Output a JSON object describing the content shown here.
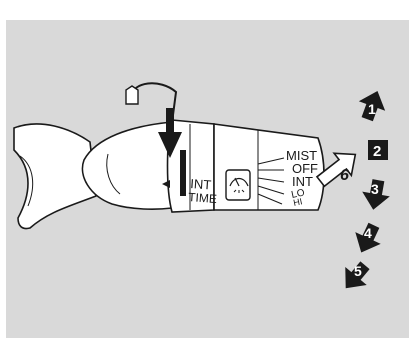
{
  "stalk": {
    "int_label": "INT",
    "time_label": "TIME",
    "positions": [
      "MIST",
      "OFF",
      "INT",
      "LO",
      "HI"
    ]
  },
  "arrows": [
    {
      "number": "1",
      "direction": "up"
    },
    {
      "number": "2",
      "direction": "none"
    },
    {
      "number": "3",
      "direction": "down"
    },
    {
      "number": "4",
      "direction": "down"
    },
    {
      "number": "5",
      "direction": "down"
    },
    {
      "number": "6",
      "direction": "push"
    }
  ],
  "colors": {
    "background": "#d9d9d9",
    "stalk": "#ffffff",
    "ink": "#1a1a1a"
  }
}
